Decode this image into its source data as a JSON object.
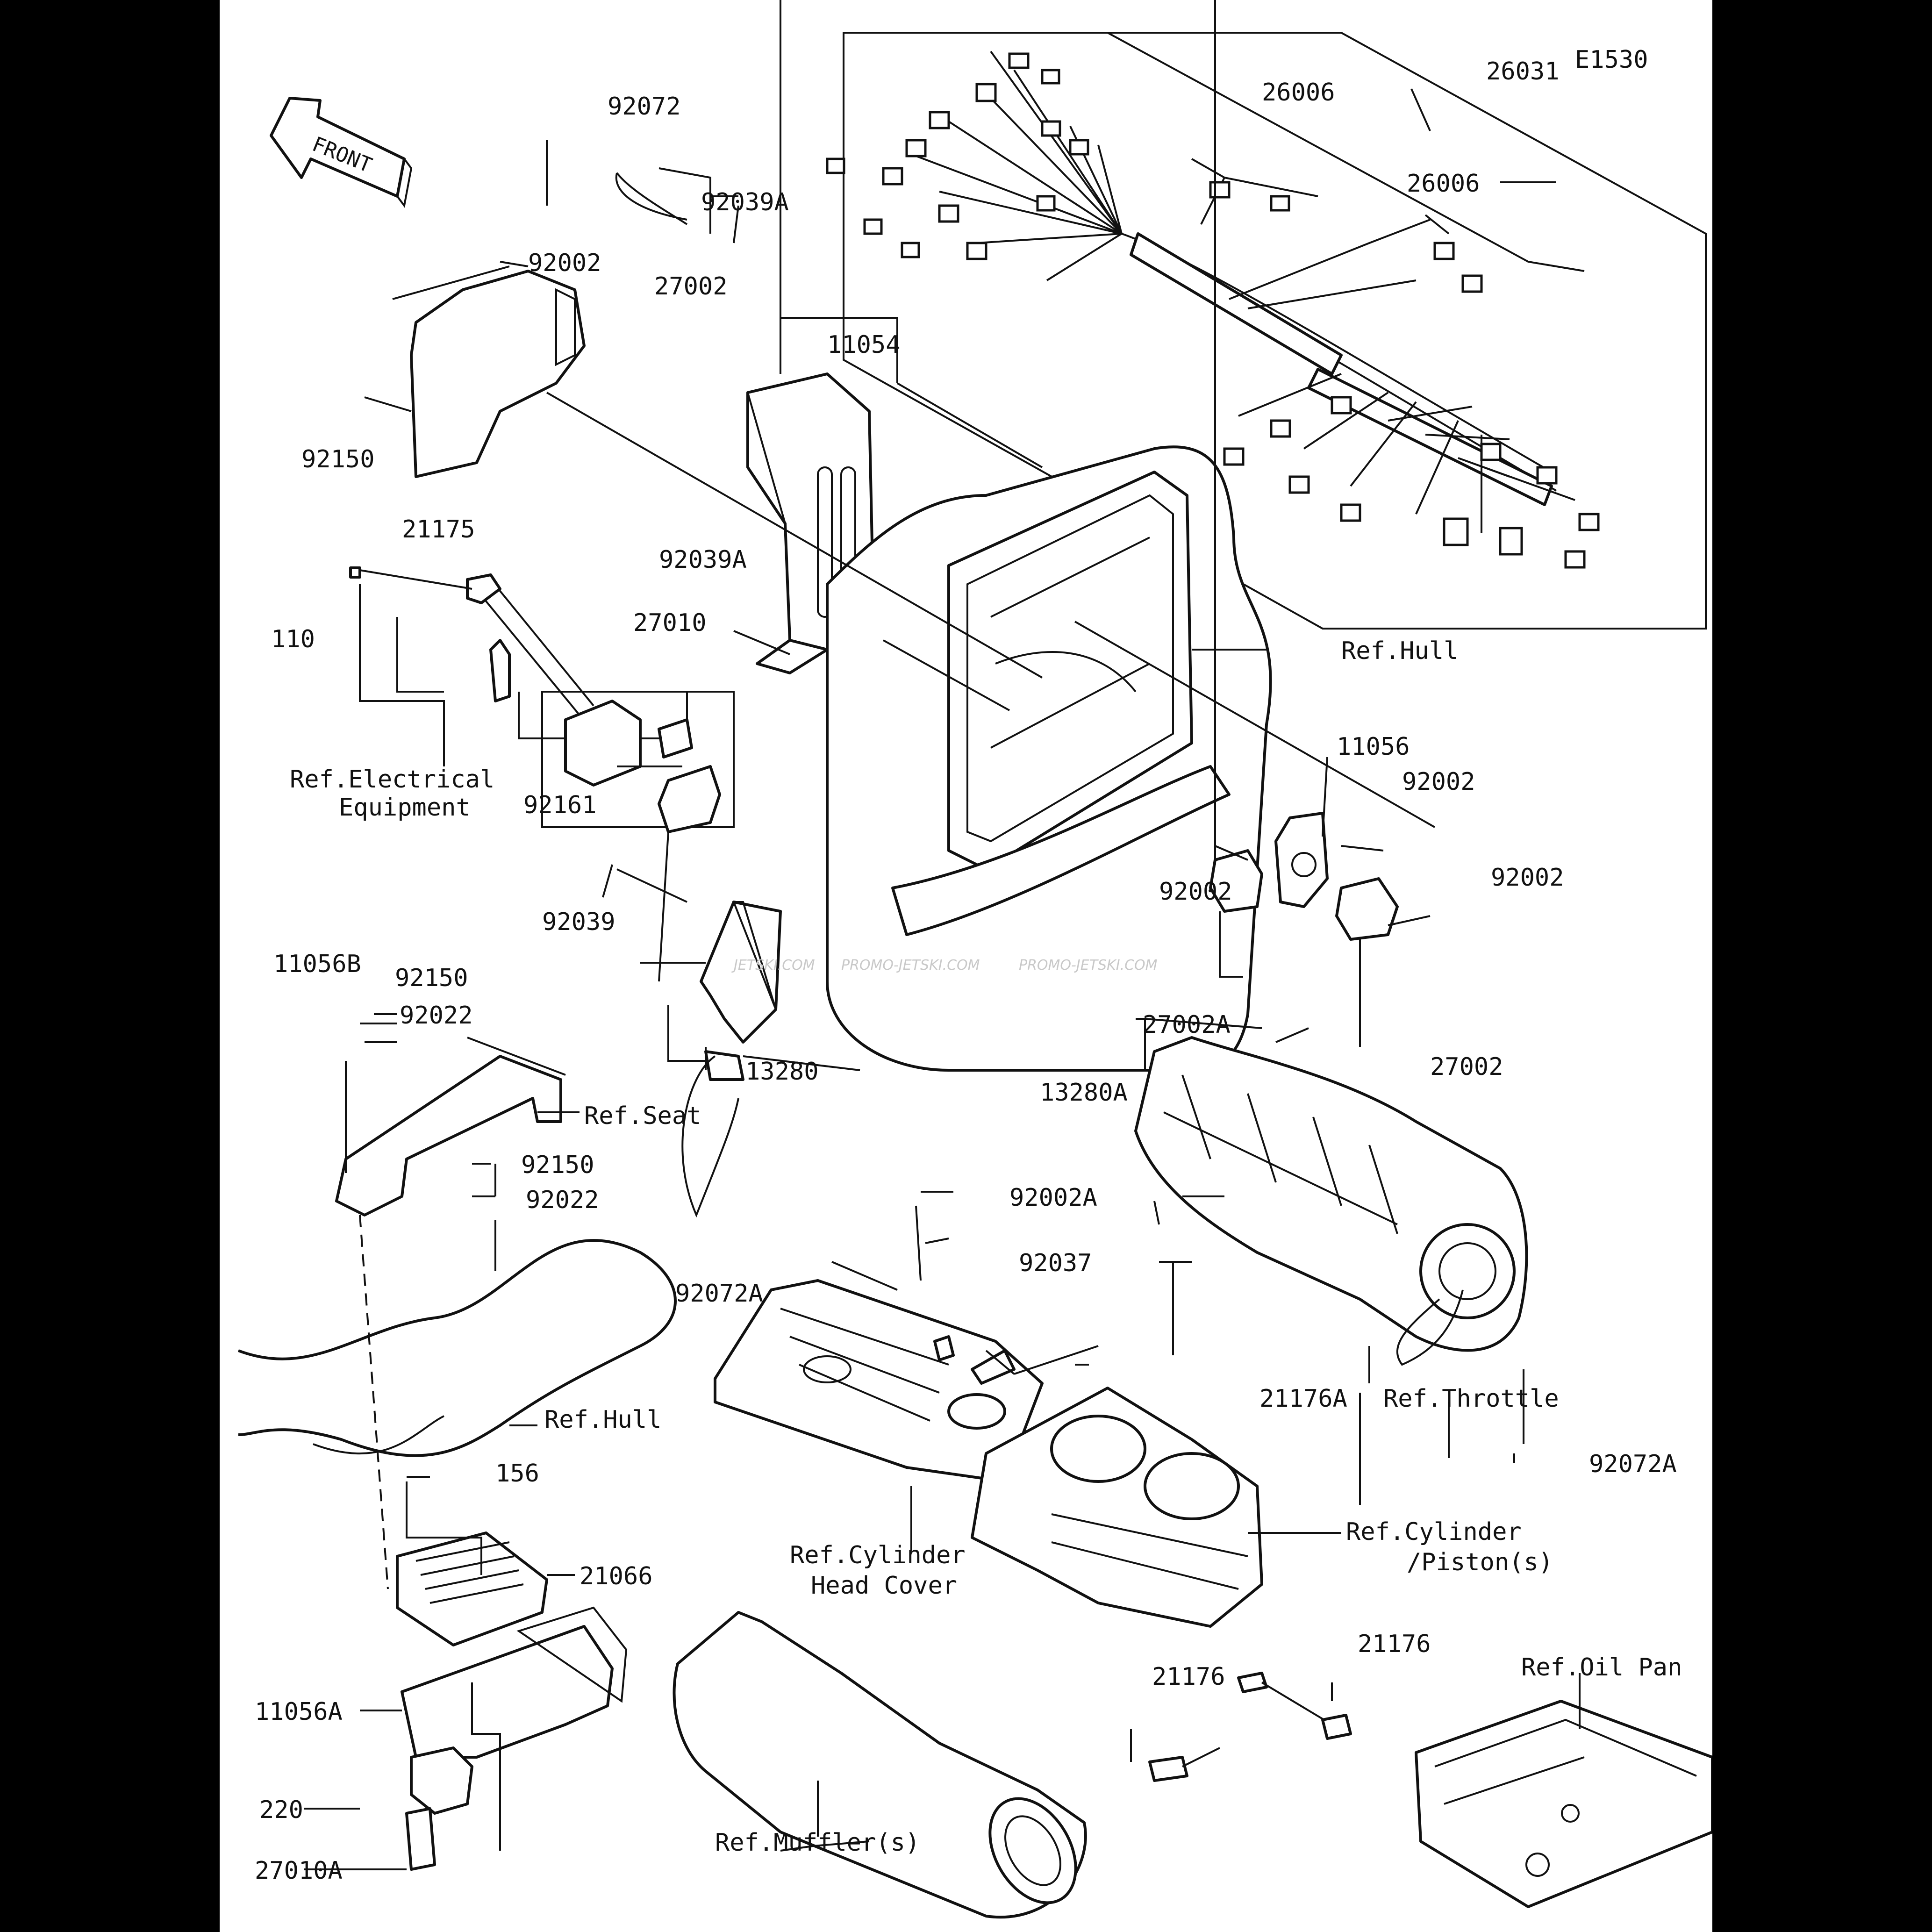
{
  "diagram": {
    "code": "E1530",
    "front_arrow": "FRONT",
    "watermark": [
      "JETSKI.COM",
      "PROMO-JETSKI.COM",
      "PROMO-JETSKI.COM"
    ],
    "parts": {
      "p26031": "26031",
      "p26006a": "26006",
      "p26006b": "26006",
      "p92072": "92072",
      "p92039A_top": "92039A",
      "p92002_top": "92002",
      "p27002_top": "27002",
      "p11054": "11054",
      "p92150_top": "92150",
      "p21175": "21175",
      "p92039A_mid": "92039A",
      "p110": "110",
      "p27010": "27010",
      "p92161": "92161",
      "p92039": "92039",
      "p11056B": "11056B",
      "p92150_mid": "92150",
      "p92022_mid": "92022",
      "p13280": "13280",
      "p92150_low": "92150",
      "p92022_low": "92022",
      "p11056": "11056",
      "p92002_r1": "92002",
      "p92002_r2": "92002",
      "p92002_r3": "92002",
      "p27002A": "27002A",
      "p27002_r": "27002",
      "p13280A": "13280A",
      "p92002A": "92002A",
      "p92037": "92037",
      "p92072A_l": "92072A",
      "p92072A_r": "92072A",
      "p21176A": "21176A",
      "p156": "156",
      "p21066": "21066",
      "p11056A": "11056A",
      "p220": "220",
      "p27010A": "27010A",
      "p21176_a": "21176",
      "p21176_b": "21176"
    },
    "refs": {
      "ref_hull_top": "Ref.Hull",
      "ref_elec_1": "Ref.Electrical",
      "ref_elec_2": "Equipment",
      "ref_seat": "Ref.Seat",
      "ref_hull_low": "Ref.Hull",
      "ref_throttle": "Ref.Throttle",
      "ref_chc_1": "Ref.Cylinder",
      "ref_chc_2": "Head Cover",
      "ref_cyl_1": "Ref.Cylinder",
      "ref_cyl_2": "/Piston(s)",
      "ref_oil": "Ref.Oil Pan",
      "ref_muffler": "Ref.Muffler(s)"
    }
  }
}
